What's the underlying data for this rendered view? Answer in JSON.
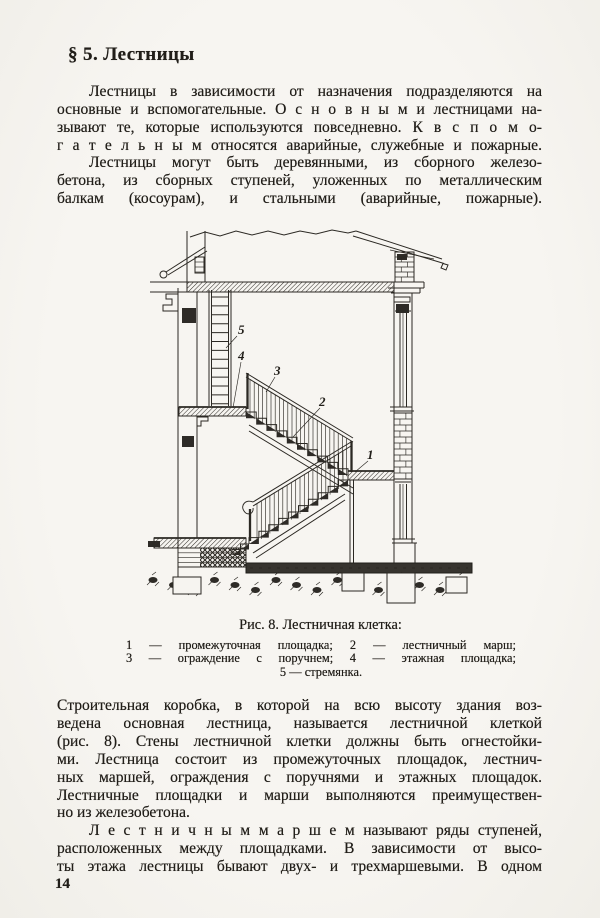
{
  "page": {
    "heading": "§ 5. Лестницы",
    "number": "14"
  },
  "colors": {
    "paper": "#f5f3ee",
    "ink": "#211e19",
    "figure_line": "#2b2823"
  },
  "paragraphs": {
    "p1": {
      "lines": [
        "Лестницы в зависимости от назначения подразделяются на",
        "основные и вспомогательные. О с н о в н ы м и  лестницами на-",
        "зывают те, которые используются повседневно. К  в с п о м о-",
        "г а т е л ь н ы м  относятся аварийные, служебные и пожарные."
      ]
    },
    "p2": {
      "lines": [
        "Лестницы могут быть деревянными, из сборного железо-",
        "бетона, из сборных ступеней, уложенных по металлическим",
        "балкам (косоурам), и стальными (аварийные, пожарные)."
      ]
    },
    "p3": {
      "lines": [
        "Строительная коробка, в которой на всю высоту здания воз-",
        "ведена основная лестница, называется лестничной клеткой",
        "(рис. 8). Стены лестничной клетки должны быть огнестойки-",
        "ми. Лестница состоит из промежуточных площадок, лестнич-",
        "ных маршей, ограждения с поручнями и этажных площадок.",
        "Лестничные площадки и марши выполняются преимуществен-",
        "но из железобетона."
      ]
    },
    "p4": {
      "lines": [
        "Л е с т н и ч н ы м   м а р ш е м  называют ряды ступеней,",
        "расположенных между площадками. В зависимости от высо-",
        "ты этажа лестницы бывают двух- и трехмаршевыми. В одном"
      ]
    }
  },
  "figure": {
    "caption": "Рис. 8. Лестничная клетка:",
    "legend": [
      "1 — промежуточная площадка; 2 — лестничный марш;",
      "3 — ограждение с поручнем; 4 — этажная площадка;",
      "5 — стремянка."
    ],
    "labels": [
      "1",
      "2",
      "3",
      "4",
      "5"
    ]
  }
}
